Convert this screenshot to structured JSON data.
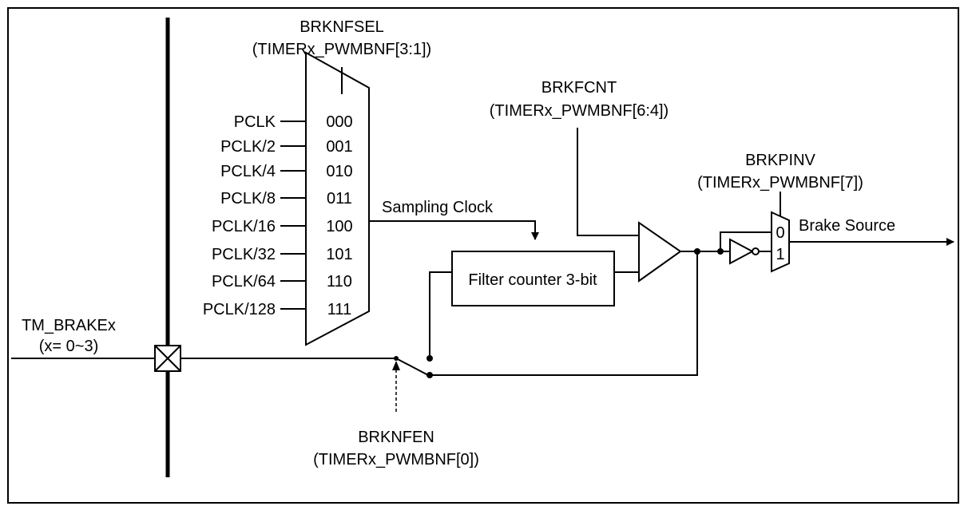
{
  "labels": {
    "brknfsel": "BRKNFSEL",
    "brknfsel_reg": "(TIMERx_PWMBNF[3:1])",
    "brkfcnt": "BRKFCNT",
    "brkfcnt_reg": "(TIMERx_PWMBNF[6:4])",
    "brkpinv": "BRKPINV",
    "brkpinv_reg": "(TIMERx_PWMBNF[7])",
    "brknfen": "BRKNFEN",
    "brknfen_reg": "(TIMERx_PWMBNF[0])",
    "tm_brake": "TM_BRAKEx",
    "tm_brake_range": "(x= 0~3)",
    "sampling_clock": "Sampling Clock",
    "filter_counter": "Filter counter 3-bit",
    "brake_source": "Brake Source",
    "inv_mux_0": "0",
    "inv_mux_1": "1"
  },
  "clock_inputs": [
    {
      "clock": "PCLK",
      "sel": "000"
    },
    {
      "clock": "PCLK/2",
      "sel": "001"
    },
    {
      "clock": "PCLK/4",
      "sel": "010"
    },
    {
      "clock": "PCLK/8",
      "sel": "011"
    },
    {
      "clock": "PCLK/16",
      "sel": "100"
    },
    {
      "clock": "PCLK/32",
      "sel": "101"
    },
    {
      "clock": "PCLK/64",
      "sel": "110"
    },
    {
      "clock": "PCLK/128",
      "sel": "111"
    }
  ]
}
